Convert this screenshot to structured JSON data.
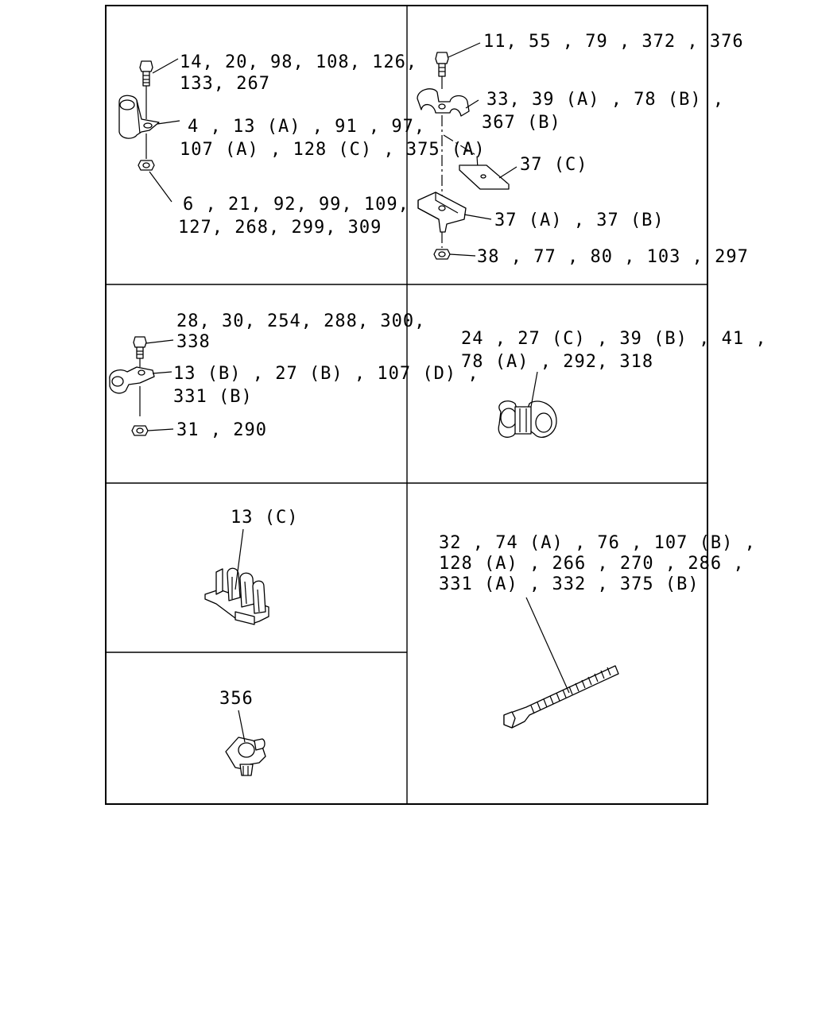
{
  "labels": {
    "p1_bolt": [
      "14, 20, 98, 108, 126,",
      "133, 267"
    ],
    "p1_clamp": [
      "4 , 13 (A) , 91 , 97,",
      "107 (A) , 128 (C) , 375 (A)"
    ],
    "p1_nut": [
      "6 , 21, 92, 99, 109,",
      "127, 268, 299, 309"
    ],
    "p2_bolt": [
      "11, 55 , 79 , 372 , 376"
    ],
    "p2_clamp": [
      "33, 39 (A) , 78 (B) ,",
      "367 (B)"
    ],
    "p2_plate": [
      "37 (C)"
    ],
    "p2_bracket": [
      "37 (A) , 37 (B)"
    ],
    "p2_nut": [
      "38 , 77 , 80 , 103 , 297"
    ],
    "p3_bolt": [
      "28, 30, 254, 288, 300,",
      "338"
    ],
    "p3_clamp": [
      "13 (B) , 27 (B) , 107 (D) ,",
      "331 (B)"
    ],
    "p3_nut": [
      "31 , 290"
    ],
    "p4_clip": [
      "24 , 27 (C) , 39 (B) , 41 ,",
      "78 (A) , 292, 318"
    ],
    "p5_clip": [
      "13 (C)"
    ],
    "p6_clip": [
      "356"
    ],
    "p7_tie": [
      "32 , 74 (A) , 76 , 107 (B) ,",
      "128 (A) , 266 , 270 , 286 ,",
      "331 (A) , 332 , 375 (B)"
    ]
  },
  "icons": [
    "bolt-icon",
    "p-clamp-icon",
    "nut-icon",
    "double-clip-icon",
    "plate-icon",
    "bracket-icon",
    "multi-clip-icon",
    "push-clip-icon",
    "cable-tie-icon"
  ]
}
